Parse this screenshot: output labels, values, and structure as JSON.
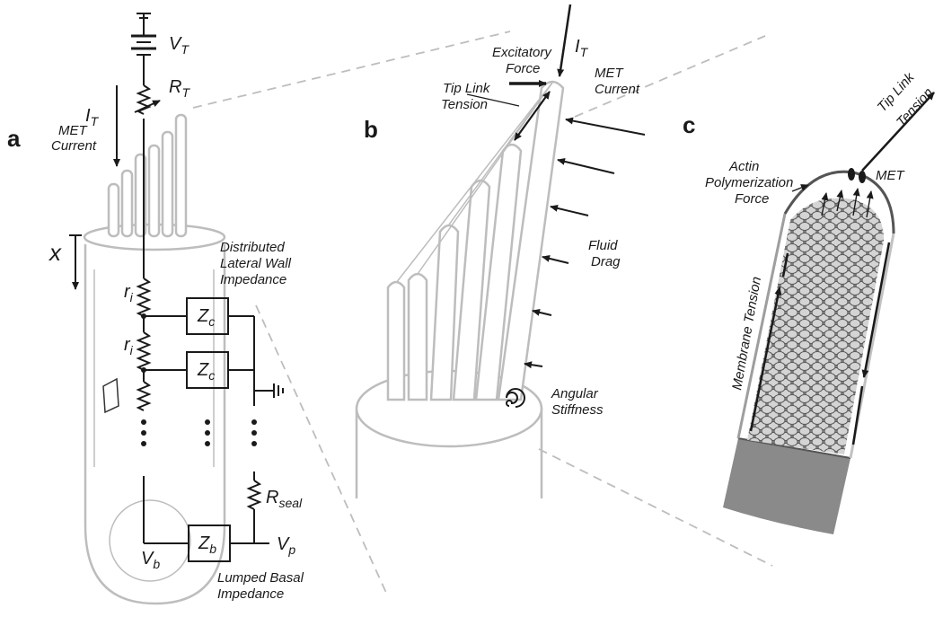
{
  "panels": {
    "a": "a",
    "b": "b",
    "c": "c"
  },
  "panel_a": {
    "vt_main": "V",
    "vt_sub": "T",
    "rt_main": "R",
    "rt_sub": "T",
    "it_main": "I",
    "it_sub": "T",
    "met_current_1": "MET",
    "met_current_2": "Current",
    "x": "x",
    "ri_main": "r",
    "ri_sub": "i",
    "zc_main": "Z",
    "zc_sub": "c",
    "zb_main": "Z",
    "zb_sub": "b",
    "vb_main": "V",
    "vb_sub": "b",
    "vp_main": "V",
    "vp_sub": "p",
    "rseal_main": "R",
    "rseal_sub": "seal",
    "lateral_1": "Distributed",
    "lateral_2": "Lateral Wall",
    "lateral_3": "Impedance",
    "basal_1": "Lumped Basal",
    "basal_2": "Impedance"
  },
  "panel_b": {
    "excitatory_1": "Excitatory",
    "excitatory_2": "Force",
    "it_main": "I",
    "it_sub": "T",
    "met_1": "MET",
    "met_2": "Current",
    "tiplink_1": "Tip Link",
    "tiplink_2": "Tension",
    "fluid_1": "Fluid",
    "fluid_2": "Drag",
    "angular_1": "Angular",
    "angular_2": "Stiffness"
  },
  "panel_c": {
    "tiplink_1": "Tip Link",
    "tiplink_2": "Tension",
    "met": "MET",
    "actin_1": "Actin",
    "actin_2": "Polymerization",
    "actin_3": "Force",
    "membrane": "Membrane Tension"
  }
}
